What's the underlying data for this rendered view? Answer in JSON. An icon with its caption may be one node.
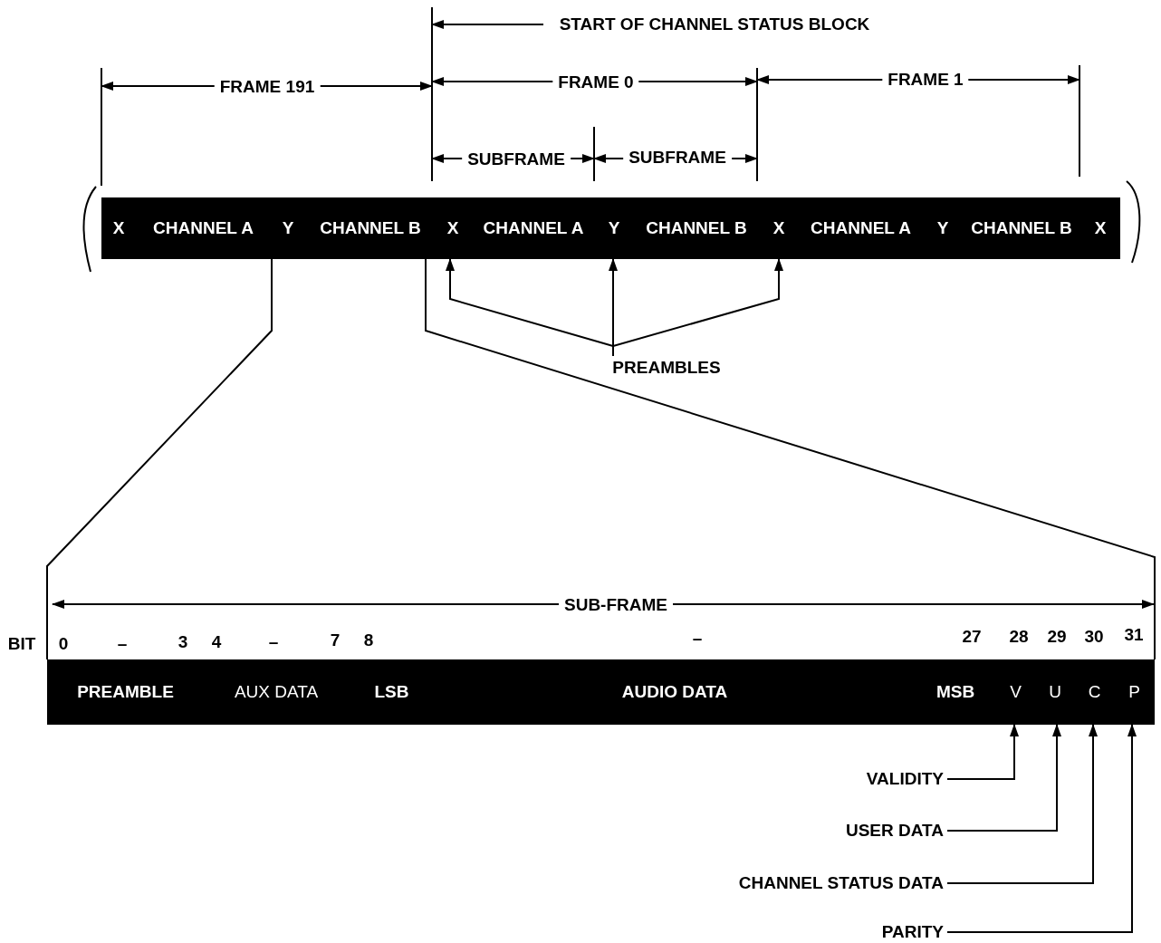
{
  "diagram": {
    "nodes": [
      {
        "text": [],
        "shape": "bar"
      },
      {
        "text": [
          "X"
        ],
        "in": 0
      },
      {
        "text": [
          "CHANNEL A"
        ],
        "in": 0
      },
      {
        "text": [
          "Y"
        ],
        "in": 0
      },
      {
        "text": [
          "CHANNEL B"
        ],
        "in": 0
      },
      {
        "text": [
          "X"
        ],
        "in": 0
      },
      {
        "text": [
          "CHANNEL A"
        ],
        "in": 0
      },
      {
        "text": [
          "Y"
        ],
        "in": 0
      },
      {
        "text": [
          "CHANNEL B"
        ],
        "in": 0
      },
      {
        "text": [
          "X"
        ],
        "in": 0
      },
      {
        "text": [
          "CHANNEL A"
        ],
        "in": 0
      },
      {
        "text": [
          "Y"
        ],
        "in": 0
      },
      {
        "text": [
          "CHANNEL B"
        ],
        "in": 0
      },
      {
        "text": [
          "X"
        ],
        "in": 0
      },
      {
        "text": [
          "PREAMBLES"
        ]
      },
      {
        "text": [],
        "shape": "bar"
      },
      {
        "text": [
          "PREAMBLE"
        ],
        "in": 15
      },
      {
        "text": [
          "AUX DATA"
        ],
        "in": 15
      },
      {
        "text": [
          "LSB"
        ],
        "in": 15
      },
      {
        "text": [
          "AUDIO DATA"
        ],
        "in": 15
      },
      {
        "text": [
          "MSB"
        ],
        "in": 15
      },
      {
        "text": [
          "V"
        ],
        "in": 15
      },
      {
        "text": [
          "U"
        ],
        "in": 15
      },
      {
        "text": [
          "C"
        ],
        "in": 15
      },
      {
        "text": [
          "P"
        ],
        "in": 15
      },
      {
        "text": [
          "VALIDITY"
        ]
      },
      {
        "text": [
          "USER DATA"
        ]
      },
      {
        "text": [
          "CHANNEL STATUS DATA"
        ]
      },
      {
        "text": [
          "PARITY"
        ]
      }
    ],
    "edges": [
      {
        "from": 14,
        "to": 5,
        "arrow": "to"
      },
      {
        "from": 14,
        "to": 7,
        "arrow": "to"
      },
      {
        "from": 14,
        "to": 9,
        "arrow": "to"
      },
      {
        "from": 0,
        "to": 15,
        "arrow": "none"
      },
      {
        "from": 0,
        "to": 15,
        "arrow": "none"
      },
      {
        "from": 25,
        "to": 21,
        "arrow": "to"
      },
      {
        "from": 26,
        "to": 22,
        "arrow": "to"
      },
      {
        "from": 27,
        "to": 23,
        "arrow": "to"
      },
      {
        "from": 28,
        "to": 24,
        "arrow": "to"
      }
    ],
    "labels": [
      "START OF CHANNEL STATUS BLOCK",
      "FRAME 191",
      "FRAME 0",
      "FRAME 1",
      "SUBFRAME",
      "SUBFRAME",
      "SUB-FRAME",
      "BIT",
      "0",
      "–",
      "3",
      "4",
      "–",
      "7",
      "8",
      "–",
      "27",
      "28",
      "29",
      "30",
      "31"
    ]
  }
}
